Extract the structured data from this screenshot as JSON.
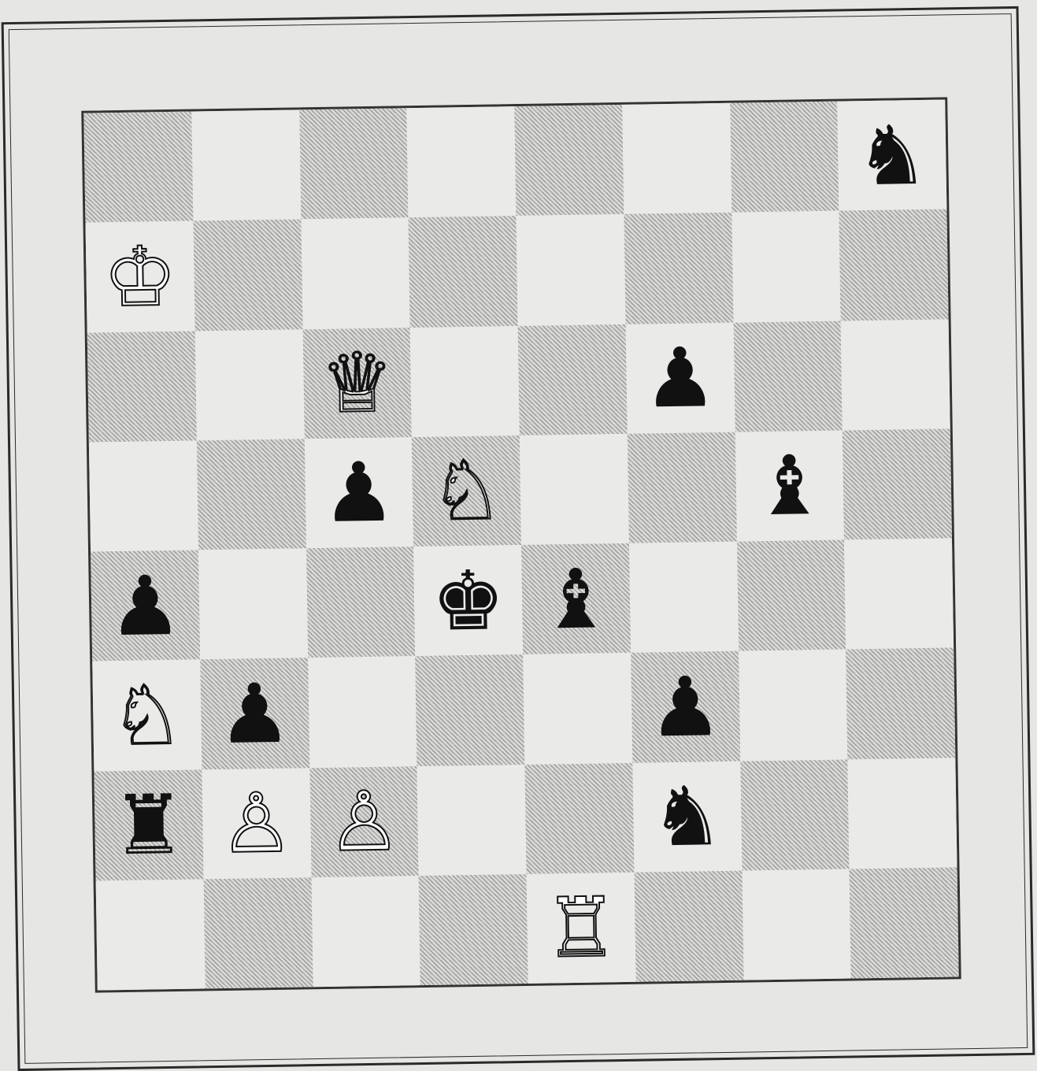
{
  "board": {
    "orientation": "white-bottom",
    "pieces": [
      {
        "square": "h8",
        "color": "black",
        "type": "knight",
        "glyph": "♞"
      },
      {
        "square": "a7",
        "color": "white",
        "type": "king",
        "glyph": "♔"
      },
      {
        "square": "c6",
        "color": "white",
        "type": "queen",
        "glyph": "♕"
      },
      {
        "square": "f6",
        "color": "black",
        "type": "pawn",
        "glyph": "♟"
      },
      {
        "square": "c5",
        "color": "black",
        "type": "pawn",
        "glyph": "♟"
      },
      {
        "square": "d5",
        "color": "white",
        "type": "knight",
        "glyph": "♘"
      },
      {
        "square": "g5",
        "color": "black",
        "type": "bishop",
        "glyph": "♝"
      },
      {
        "square": "a4",
        "color": "black",
        "type": "pawn",
        "glyph": "♟"
      },
      {
        "square": "d4",
        "color": "black",
        "type": "king",
        "glyph": "♚"
      },
      {
        "square": "e4",
        "color": "black",
        "type": "bishop",
        "glyph": "♝"
      },
      {
        "square": "a3",
        "color": "white",
        "type": "knight",
        "glyph": "♘"
      },
      {
        "square": "b3",
        "color": "black",
        "type": "pawn",
        "glyph": "♟"
      },
      {
        "square": "f3",
        "color": "black",
        "type": "pawn",
        "glyph": "♟"
      },
      {
        "square": "a2",
        "color": "black",
        "type": "rook",
        "glyph": "♜"
      },
      {
        "square": "b2",
        "color": "white",
        "type": "pawn",
        "glyph": "♙"
      },
      {
        "square": "c2",
        "color": "white",
        "type": "pawn",
        "glyph": "♙"
      },
      {
        "square": "f2",
        "color": "black",
        "type": "knight",
        "glyph": "♞"
      },
      {
        "square": "e1",
        "color": "white",
        "type": "rook",
        "glyph": "♖"
      }
    ],
    "colors": {
      "light_square": "#eaeae8",
      "dark_square_hatch": "#9a9a98",
      "frame": "#2a2a2a"
    }
  }
}
